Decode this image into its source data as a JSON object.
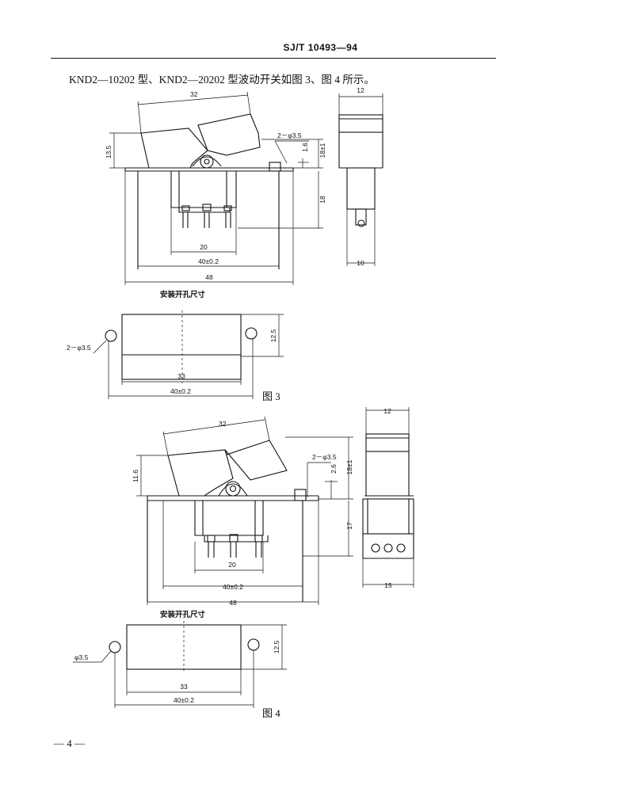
{
  "header": {
    "standard_no": "SJ/T 10493—94"
  },
  "intro_text": "KND2—10202 型、KND2—20202 型波动开关如图 3、图 4 所示。",
  "figure3": {
    "caption": "图 3",
    "dims": {
      "rocker": "32",
      "height": "13.5",
      "holes": "2－φ3.5",
      "offset": "1.6",
      "depth": "18±1",
      "body": "18",
      "pin_span": "20",
      "mount_span": "40±0.2",
      "overall": "48",
      "side_top": "12",
      "side_bottom": "10"
    },
    "cutout": {
      "title": "安装开孔尺寸",
      "holes": "2－φ3.5",
      "height": "12.5",
      "width": "33",
      "span": "40±0.2"
    }
  },
  "figure4": {
    "caption": "图 4",
    "dims": {
      "rocker": "32",
      "height": "11.6",
      "holes": "2－φ3.5",
      "offset": "2.6",
      "depth": "18±1",
      "body": "17",
      "pin_span": "20",
      "mount_span": "40±0.2",
      "overall": "48",
      "side_top": "12",
      "side_bottom": "15"
    },
    "cutout": {
      "title": "安装开孔尺寸",
      "holes": "φ3.5",
      "height": "12.5",
      "width": "33",
      "span": "40±0.2"
    }
  },
  "page_number": "— 4 —"
}
